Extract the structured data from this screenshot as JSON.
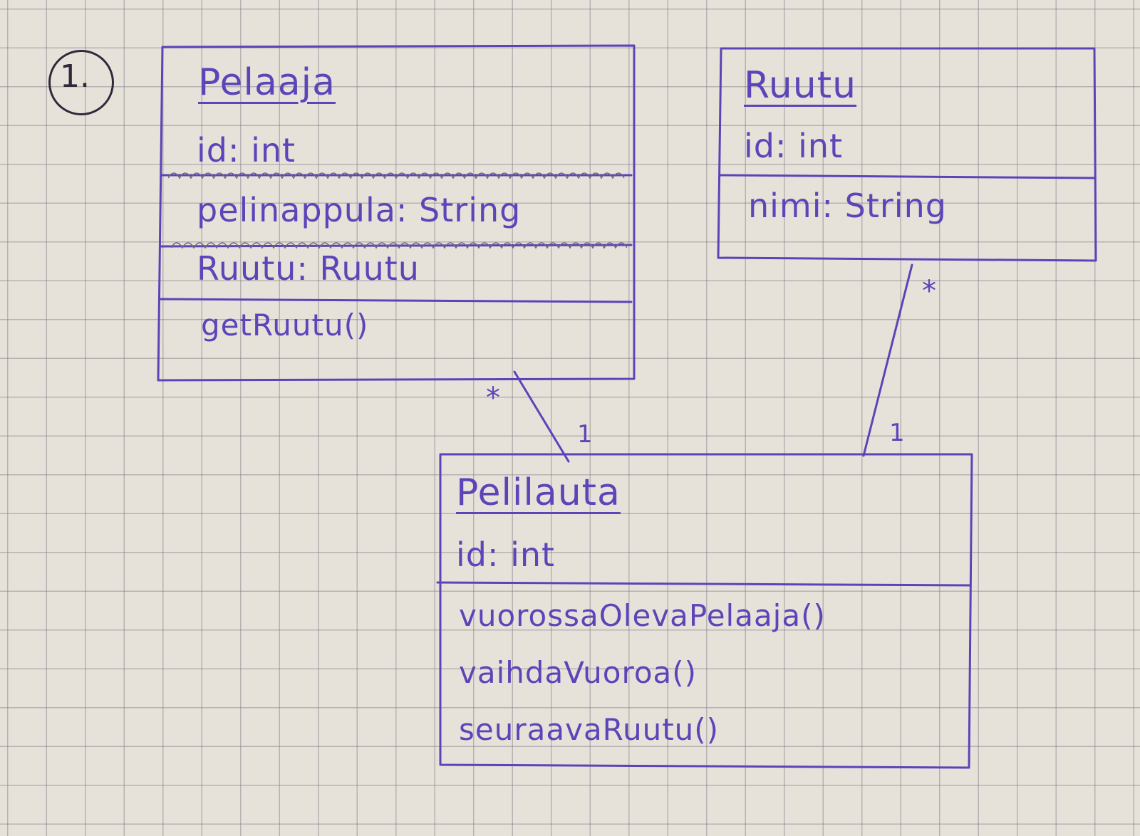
{
  "exercise_number": "1.",
  "classes": {
    "pelaaja": {
      "name": "Pelaaja",
      "attributes": [
        "id: int",
        "pelinappula: String",
        "Ruutu: Ruutu"
      ],
      "methods": [
        "getRuutu()"
      ]
    },
    "ruutu": {
      "name": "Ruutu",
      "attributes": [
        "id: int",
        "nimi: String"
      ],
      "methods": []
    },
    "pelilauta": {
      "name": "Pelilauta",
      "attributes": [
        "id: int"
      ],
      "methods": [
        "vuorossaOlevaPelaaja()",
        "vaihdaVuoroa()",
        "seuraavaRuutu()"
      ]
    }
  },
  "associations": [
    {
      "from": "Pelaaja",
      "to": "Pelilauta",
      "from_multiplicity": "*",
      "to_multiplicity": "1"
    },
    {
      "from": "Ruutu",
      "to": "Pelilauta",
      "from_multiplicity": "*",
      "to_multiplicity": "1"
    }
  ],
  "colors": {
    "ink": "#5a44b8",
    "pencil": "#2f2a3a",
    "paper": "#e7e2d9"
  }
}
